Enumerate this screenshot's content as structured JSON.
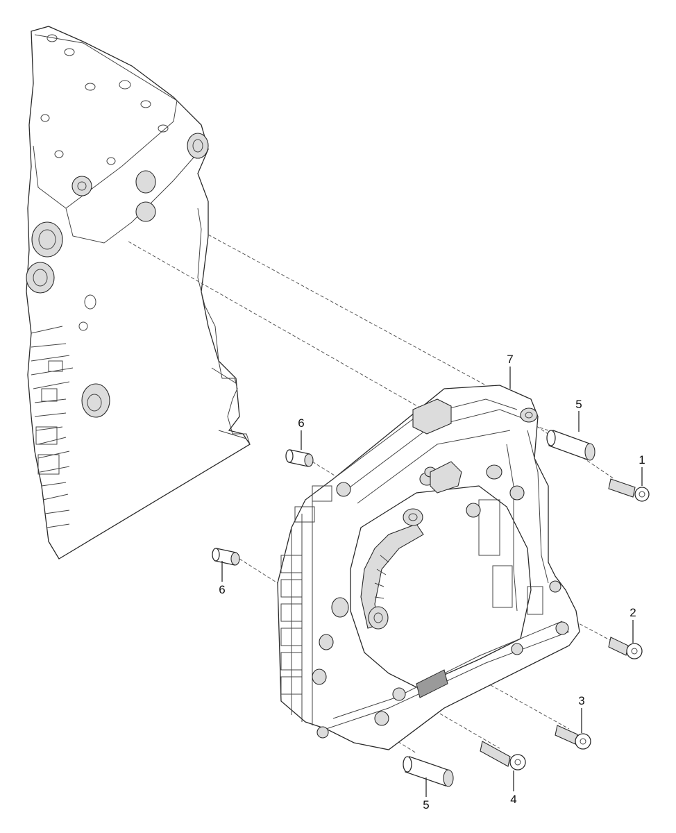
{
  "callouts": [
    {
      "id": "1",
      "label": "1"
    },
    {
      "id": "2",
      "label": "2"
    },
    {
      "id": "3",
      "label": "3"
    },
    {
      "id": "4",
      "label": "4"
    },
    {
      "id": "5a",
      "label": "5"
    },
    {
      "id": "5b",
      "label": "5"
    },
    {
      "id": "6a",
      "label": "6"
    },
    {
      "id": "6b",
      "label": "6"
    },
    {
      "id": "7",
      "label": "7"
    }
  ],
  "parts": {
    "engine_block": "engine-block",
    "housing": "flywheel-housing",
    "bolt": "bolt",
    "dowel_sleeve": "dowel-sleeve",
    "dowel_pin": "dowel-pin"
  },
  "colors": {
    "line": "#2a2a2a",
    "background": "#ffffff"
  }
}
